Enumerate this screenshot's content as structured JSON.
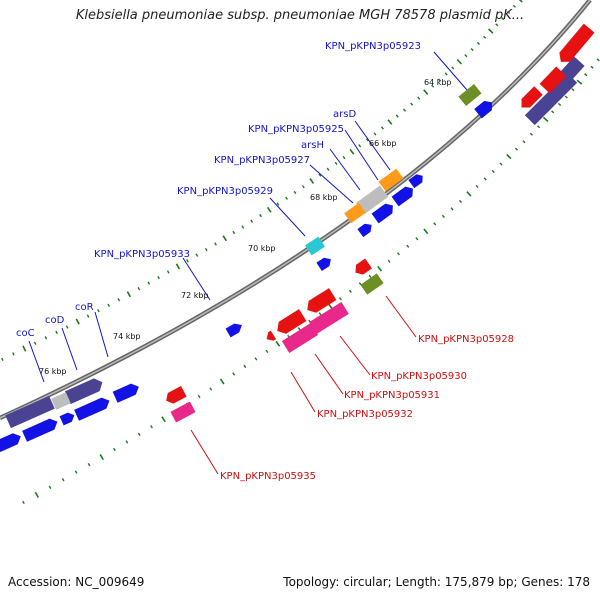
{
  "title": "Klebsiella pneumoniae subsp. pneumoniae MGH 78578 plasmid pK...",
  "footer": {
    "accession": "Accession: NC_009649",
    "summary": "Topology: circular; Length: 175,879 bp; Genes: 178"
  },
  "colors": {
    "backbone": "#888888",
    "tick": "#1a7a1a",
    "gene_forward": "#1212e6",
    "gene_reverse": "#e61212",
    "cog_purple": "#4a4393",
    "cog_gray": "#bdbdbd",
    "cog_orange": "#ff9a1a",
    "cog_olive": "#6e8f26",
    "cog_cyan": "#28c9d2",
    "cog_pink": "#e8288a",
    "label_forward": "#1414cc",
    "label_reverse": "#cc1010"
  },
  "kbp_marks": [
    "64 kbp",
    "66 kbp",
    "68 kbp",
    "70 kbp",
    "72 kbp",
    "74 kbp",
    "76 kbp"
  ],
  "labels_forward": [
    "KPN_pKPN3p05923",
    "arsD",
    "KPN_pKPN3p05925",
    "arsH",
    "KPN_pKPN3p05927",
    "KPN_pKPN3p05929",
    "KPN_pKPN3p05933",
    "coR",
    "coD",
    "coC"
  ],
  "labels_reverse": [
    "KPN_pKPN3p05928",
    "KPN_pKPN3p05930",
    "KPN_pKPN3p05931",
    "KPN_pKPN3p05932",
    "KPN_pKPN3p05935"
  ]
}
